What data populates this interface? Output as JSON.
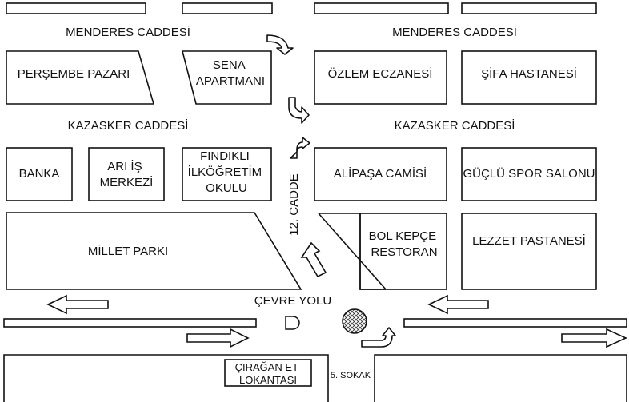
{
  "streets": {
    "menderes_left": "MENDERES CADDESİ",
    "menderes_right": "MENDERES CADDESİ",
    "kazasker_left": "KAZASKER CADDESİ",
    "kazasker_right": "KAZASKER CADDESİ",
    "cadde12": "12. CADDE",
    "cevre_yolu": "ÇEVRE YOLU",
    "sokak5": "5. SOKAK"
  },
  "buildings": {
    "persembe_pazari": [
      "PERŞEMBE PAZARI"
    ],
    "sena_apartmani": [
      "SENA",
      "APARTMANI"
    ],
    "ozlem_eczanesi": [
      "ÖZLEM ECZANESİ"
    ],
    "sifa_hastanesi": [
      "ŞİFA HASTANESİ"
    ],
    "banka": [
      "BANKA"
    ],
    "ari_is_merkezi": [
      "ARI İŞ",
      "MERKEZİ"
    ],
    "findikli_okulu": [
      "FINDIKLI",
      "İLKÖĞRETİM",
      "OKULU"
    ],
    "alipasa_camisi": [
      "ALİPAŞA CAMİSİ"
    ],
    "guclu_spor_salonu": [
      "GÜÇLÜ SPOR SALONU"
    ],
    "bol_kepce_restoran": [
      "BOL KEPÇE",
      "RESTORAN"
    ],
    "lezzet_pastanesi": [
      "LEZZET PASTANESİ"
    ],
    "millet_parki": [
      "MİLLET PARKI"
    ],
    "ciragan_lokantasi": [
      "ÇIRAĞAN ET",
      "LOKANTASI"
    ]
  },
  "colors": {
    "stroke": "#111111",
    "background": "#ffffff",
    "roundabout_fill": "#9a9a9a"
  },
  "icons": {
    "turn_arrows": "curved-turn-arrow-icon",
    "direction_arrows": "straight-arrow-icon",
    "roundabout": "roundabout-icon"
  }
}
